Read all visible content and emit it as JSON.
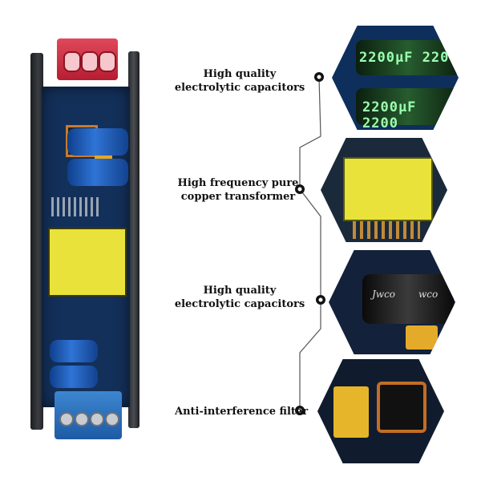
{
  "features": [
    {
      "label_line1": "High quality",
      "label_line2": "electrolytic capacitors",
      "photo": "capacitor-closeup"
    },
    {
      "label_line1": "High frequency pure",
      "label_line2": "copper transformer",
      "photo": "transformer-closeup"
    },
    {
      "label_line1": "High quality",
      "label_line2": "electrolytic capacitors",
      "photo": "capacitor-closeup"
    },
    {
      "label_line1": "Anti-interference filter",
      "label_line2": "",
      "photo": "filter-closeup"
    }
  ],
  "photo_text": {
    "cap_top": "2200μF 220",
    "cap_bottom": "2200μF 2200",
    "blackcap_left": "Jwco",
    "blackcap_right": "wco"
  },
  "colors": {
    "pcb": "#13305a",
    "transformer": "#e9e23a",
    "terminal_top": "#c62a3d",
    "terminal_bottom": "#2a6fc0",
    "connector": "#555555"
  }
}
